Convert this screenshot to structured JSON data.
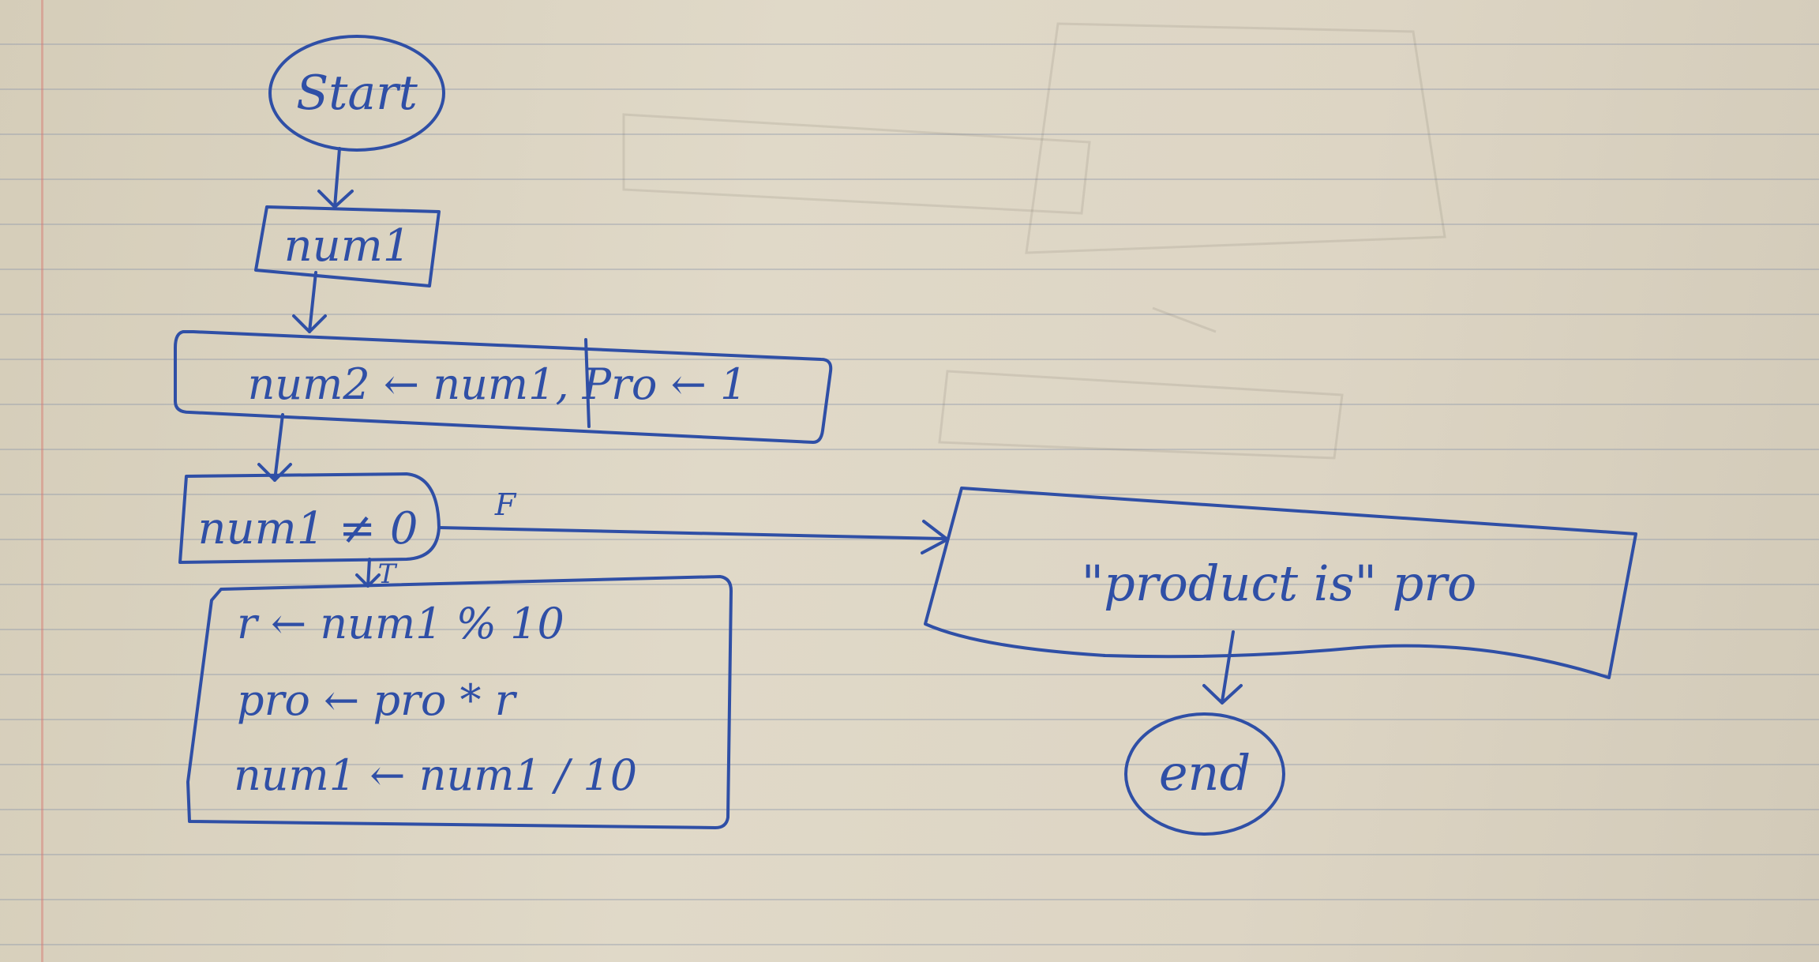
{
  "flowchart": {
    "start_label": "Start",
    "input_label": "num1",
    "init_label": "num2 ← num1, Pro ← 1",
    "condition_label": "num1 ≠ 0",
    "false_label": "F",
    "true_label": "T",
    "loop_lines": [
      "r ← num1 % 10",
      "pro ← pro * r",
      "num1 ← num1 / 10"
    ],
    "output_label": "\"product is\" pro",
    "end_label": "end"
  },
  "colors": {
    "ink": "#2f4fa6",
    "paper": "#ddd5c4",
    "rule_line": "#8c96aa",
    "margin_line": "#d7786e"
  }
}
